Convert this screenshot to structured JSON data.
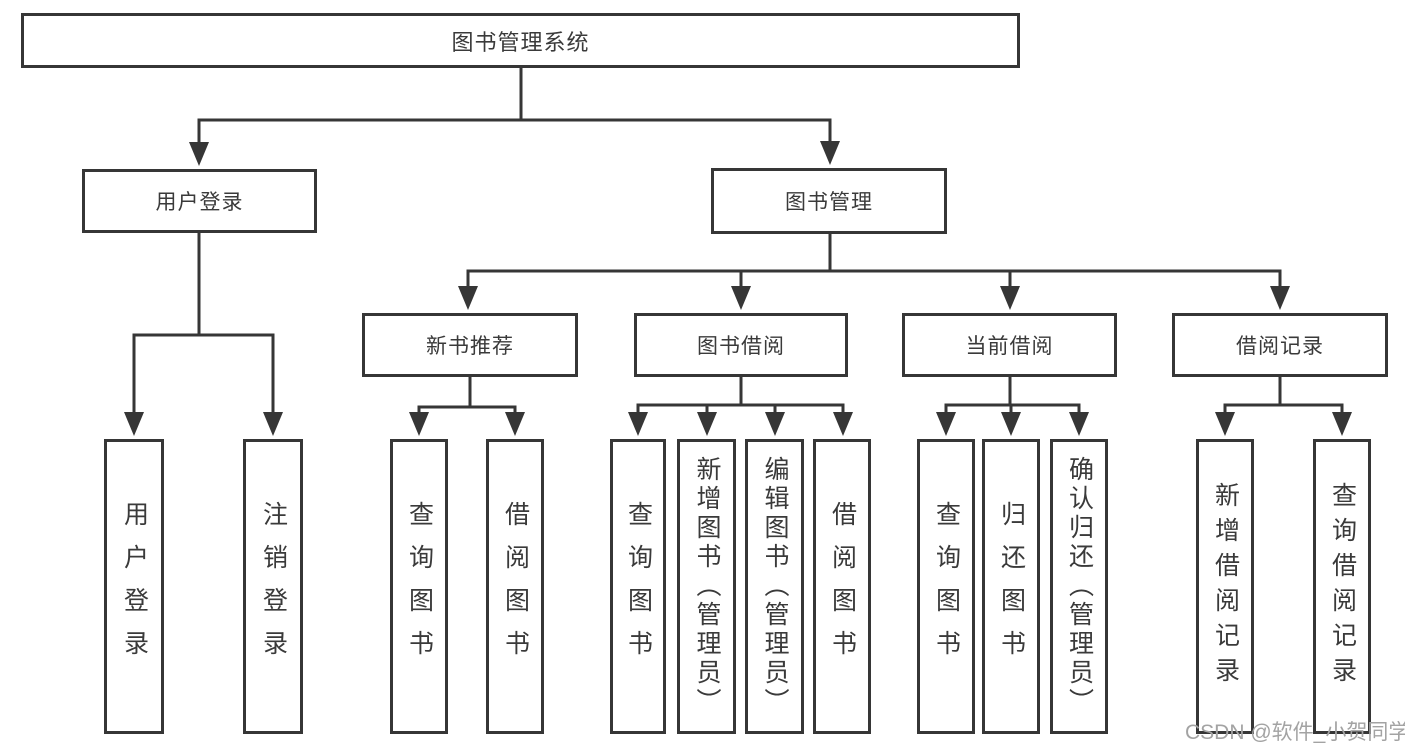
{
  "tree": {
    "root": {
      "label": "图书管理系统",
      "children": [
        {
          "label": "用户登录",
          "children": [
            {
              "label": "用户登录"
            },
            {
              "label": "注销登录"
            }
          ]
        },
        {
          "label": "图书管理",
          "children": [
            {
              "label": "新书推荐",
              "children": [
                {
                  "label": "查询图书"
                },
                {
                  "label": "借阅图书"
                }
              ]
            },
            {
              "label": "图书借阅",
              "children": [
                {
                  "label": "查询图书"
                },
                {
                  "label": "新增图书（管理员）"
                },
                {
                  "label": "编辑图书（管理员）"
                },
                {
                  "label": "借阅图书"
                }
              ]
            },
            {
              "label": "当前借阅",
              "children": [
                {
                  "label": "查询图书"
                },
                {
                  "label": "归还图书"
                },
                {
                  "label": "确认归还（管理员）"
                }
              ]
            },
            {
              "label": "借阅记录",
              "children": [
                {
                  "label": "新增借阅记录"
                },
                {
                  "label": "查询借阅记录"
                }
              ]
            }
          ]
        }
      ]
    }
  },
  "watermark": {
    "text": "CSDN @软件_小贺同学"
  },
  "colors": {
    "line": "#363636",
    "text": "#3a3a3a",
    "watermark": "#a3a3a3",
    "background": "#ffffff"
  }
}
